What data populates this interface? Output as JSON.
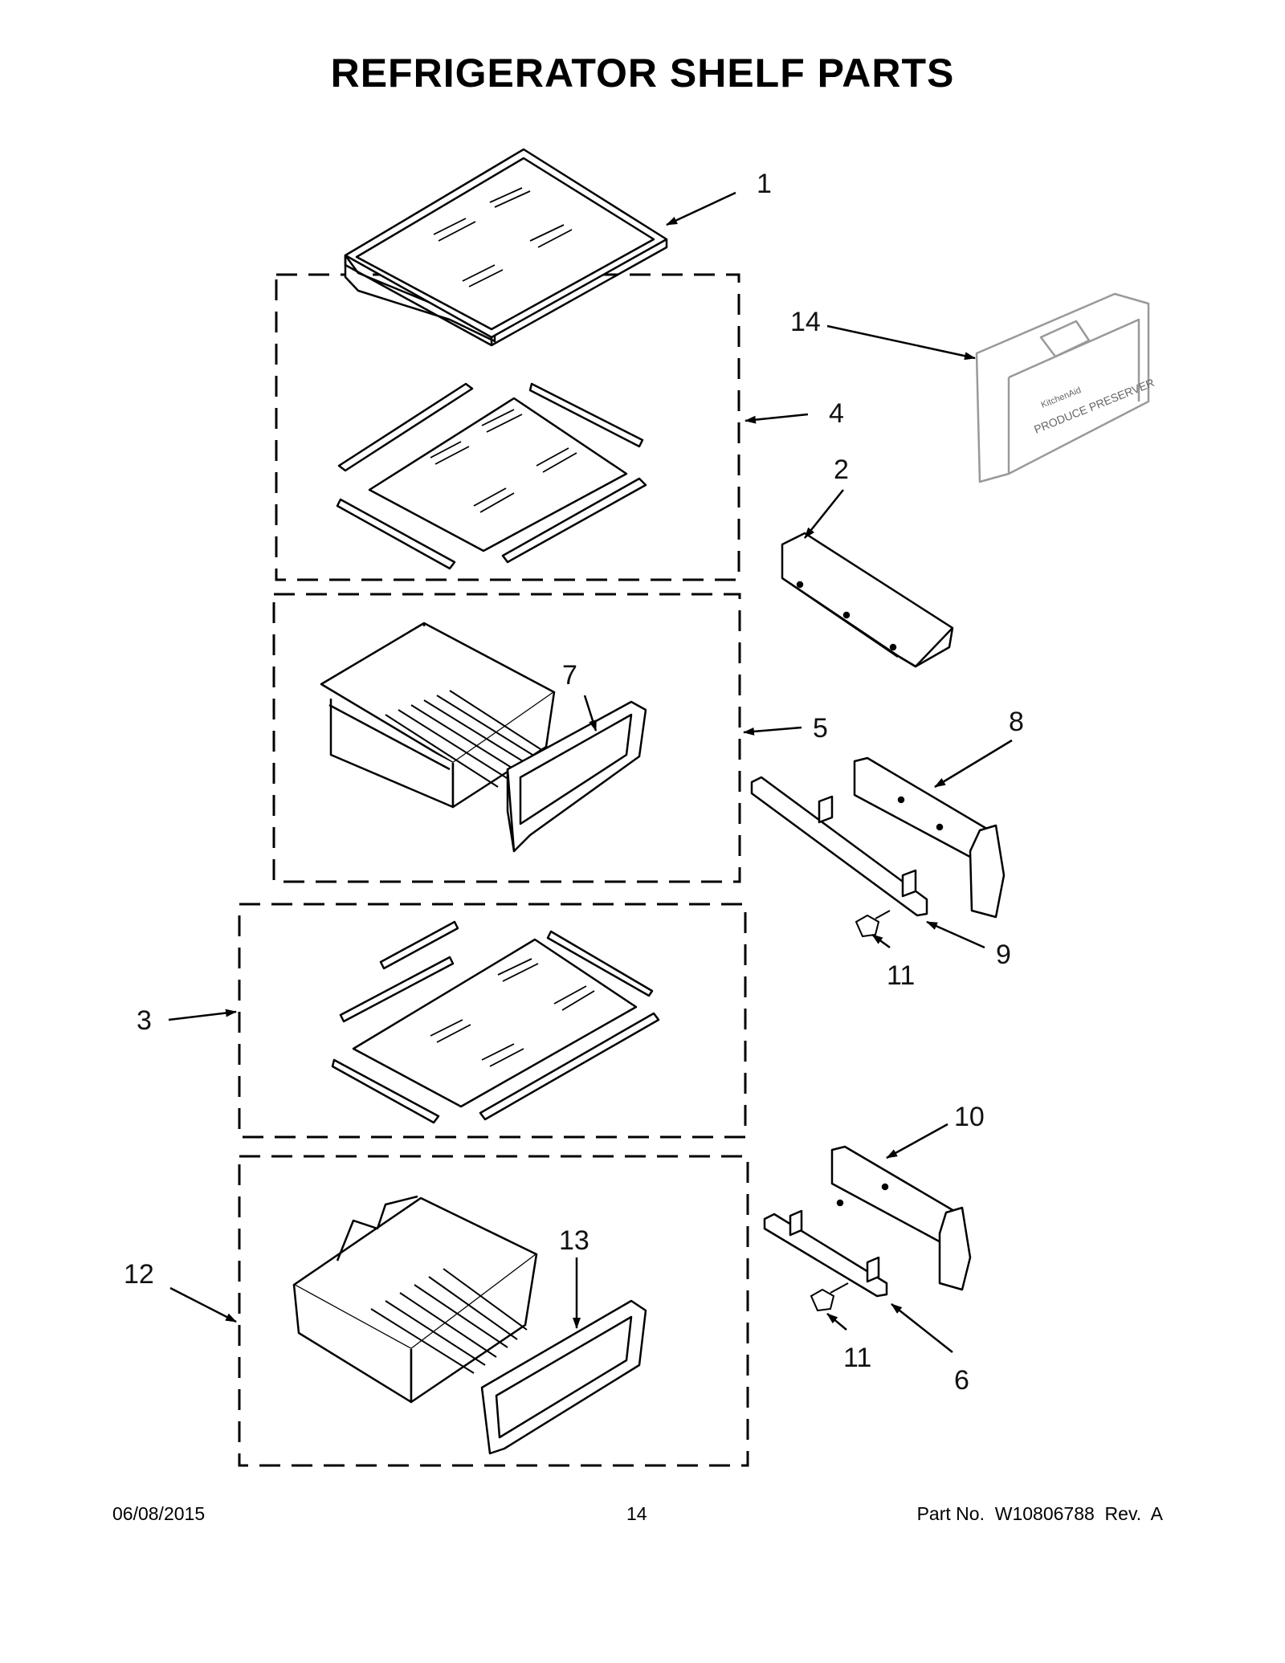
{
  "title": "REFRIGERATOR SHELF PARTS",
  "callouts": {
    "c1": "1",
    "c2": "2",
    "c3": "3",
    "c4": "4",
    "c5": "5",
    "c6": "6",
    "c7": "7",
    "c8": "8",
    "c9": "9",
    "c10": "10",
    "c11a": "11",
    "c11b": "11",
    "c12": "12",
    "c13": "13",
    "c14": "14"
  },
  "drawer_branding": {
    "brand": "KitchenAid",
    "label": "PRODUCE PRESERVER"
  },
  "footer": {
    "date": "06/08/2015",
    "page": "14",
    "part": "Part No.  W10806788  Rev.  A"
  }
}
